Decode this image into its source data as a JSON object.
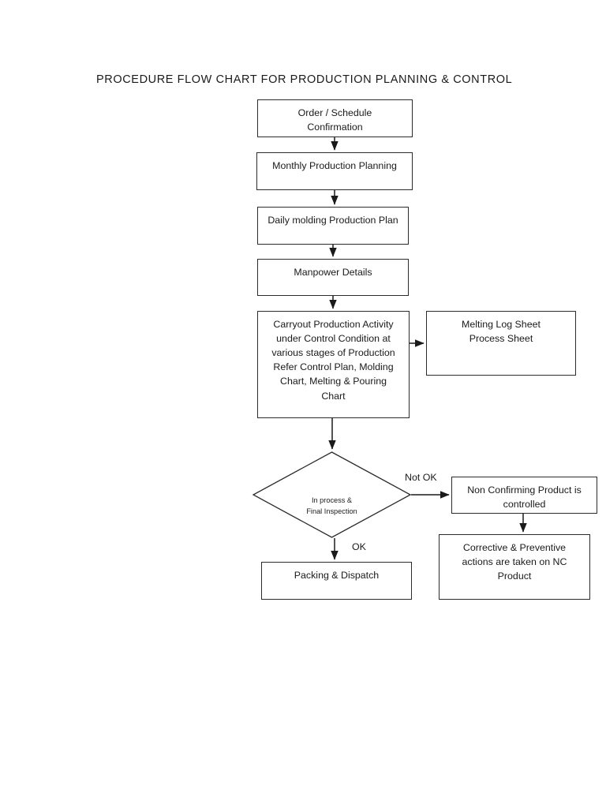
{
  "title": "PROCEDURE FLOW CHART FOR PRODUCTION PLANNING & CONTROL",
  "chart_data": {
    "type": "diagram",
    "diagram_kind": "flowchart",
    "title": "PROCEDURE FLOW CHART FOR PRODUCTION PLANNING & CONTROL",
    "orientation": "top-to-bottom",
    "nodes": [
      {
        "id": "n1",
        "shape": "rectangle",
        "label": "Order / Schedule\nConfirmation"
      },
      {
        "id": "n2",
        "shape": "rectangle",
        "label": "Monthly Production Planning"
      },
      {
        "id": "n3",
        "shape": "rectangle",
        "label": "Daily molding Production Plan"
      },
      {
        "id": "n4",
        "shape": "rectangle",
        "label": "Manpower Details"
      },
      {
        "id": "n5",
        "shape": "rectangle",
        "label": "Carryout Production Activity\nunder Control Condition at\nvarious stages of Production\nRefer Control Plan, Molding\nChart, Melting & Pouring\nChart"
      },
      {
        "id": "n6",
        "shape": "rectangle",
        "label": "Melting Log Sheet\nProcess Sheet"
      },
      {
        "id": "n7",
        "shape": "diamond",
        "label": "In process &\nFinal Inspection"
      },
      {
        "id": "n8",
        "shape": "rectangle",
        "label": "Non Confirming Product is\ncontrolled"
      },
      {
        "id": "n9",
        "shape": "rectangle",
        "label": "Corrective & Preventive\nactions are taken on NC\nProduct"
      },
      {
        "id": "n10",
        "shape": "rectangle",
        "label": "Packing & Dispatch"
      }
    ],
    "edges": [
      {
        "from": "n1",
        "to": "n2",
        "label": ""
      },
      {
        "from": "n2",
        "to": "n3",
        "label": ""
      },
      {
        "from": "n3",
        "to": "n4",
        "label": ""
      },
      {
        "from": "n4",
        "to": "n5",
        "label": ""
      },
      {
        "from": "n5",
        "to": "n6",
        "label": ""
      },
      {
        "from": "n5",
        "to": "n7",
        "label": ""
      },
      {
        "from": "n7",
        "to": "n8",
        "label": "Not OK"
      },
      {
        "from": "n8",
        "to": "n9",
        "label": ""
      },
      {
        "from": "n7",
        "to": "n10",
        "label": "OK"
      }
    ],
    "edge_labels": {
      "not_ok": "Not OK",
      "ok": "OK"
    },
    "colors": {
      "stroke": "#2b2b2b",
      "fill": "#ffffff",
      "text": "#1a1a1a"
    }
  }
}
